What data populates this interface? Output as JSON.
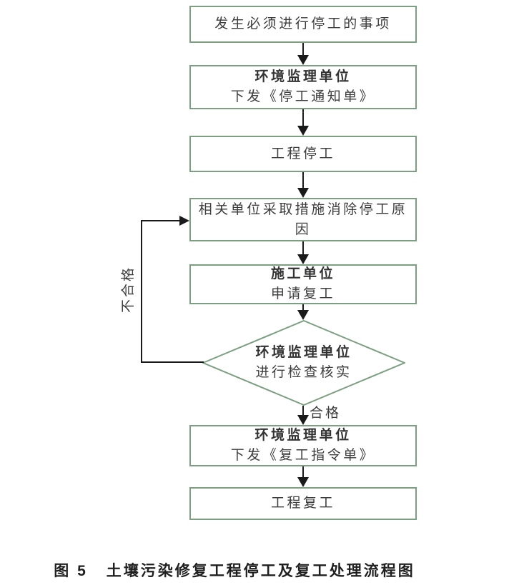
{
  "figure_caption": {
    "prefix": "图 5",
    "title": "土壤污染修复工程停工及复工处理流程图"
  },
  "flowchart": {
    "nodes": {
      "event": {
        "text": "发生必须进行停工的事项"
      },
      "issue_stop_notice": {
        "title": "环境监理单位",
        "text": "下发《停工通知单》"
      },
      "project_stop": {
        "text": "工程停工"
      },
      "eliminate_cause": {
        "line1": "相关单位采取措施消除停工原",
        "line2": "因"
      },
      "apply_resume": {
        "title": "施工单位",
        "text": "申请复工"
      },
      "inspect_verify": {
        "title": "环境监理单位",
        "text": "进行检查核实"
      },
      "issue_resume_order": {
        "title": "环境监理单位",
        "text": "下发《复工指令单》"
      },
      "project_resume": {
        "text": "工程复工"
      }
    },
    "edge_labels": {
      "pass": "合格",
      "fail": "不合格"
    },
    "colors": {
      "node_border": "#7d9f81",
      "connector": "#1a1a1a",
      "text": "#3d3d3d"
    }
  }
}
